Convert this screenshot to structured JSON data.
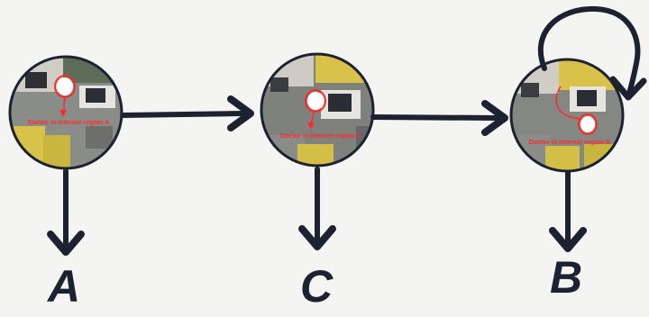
{
  "nodes": [
    {
      "id": "A",
      "letter": "A",
      "annotation": "Doctor in interest region A"
    },
    {
      "id": "C",
      "letter": "C",
      "annotation": "Doctor in interest region C"
    },
    {
      "id": "B",
      "letter": "B",
      "annotation": "Doctor in interest region B"
    }
  ],
  "colors": {
    "arrow": "#1c2230",
    "annotation": "#ff2a2a",
    "floor_gray": "#7d7f7c",
    "wall_yellow": "#d9c24a",
    "desk_white": "#e8e6e0",
    "dark_equipment": "#2a2d33",
    "background": "#f4f4f2"
  }
}
